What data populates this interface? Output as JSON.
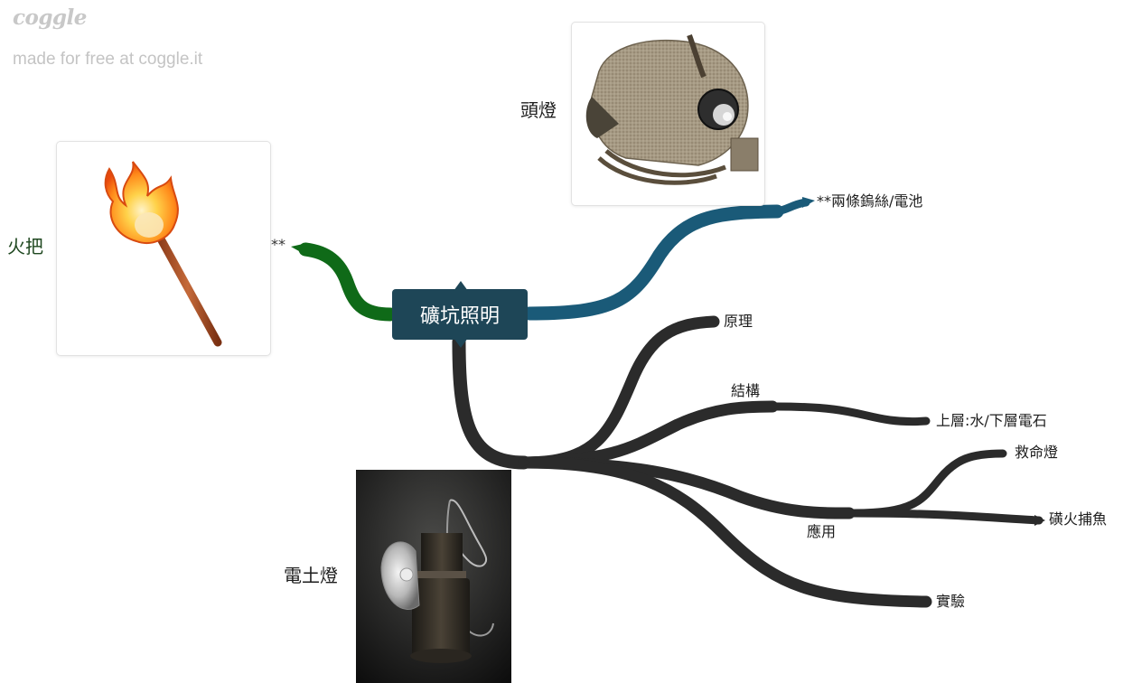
{
  "brand": {
    "logo": "coggle",
    "tagline": "made for free at coggle.it"
  },
  "central": {
    "label": "礦坑照明"
  },
  "branches": {
    "torch": {
      "prefix": "**",
      "label": "火把",
      "image": "torch-icon"
    },
    "headlamp": {
      "label": "頭燈",
      "sub_label": "**兩條鎢絲/電池",
      "image": "miner-helmet-icon"
    },
    "carbide": {
      "label": "電土燈",
      "image": "carbide-lamp-icon",
      "children": {
        "principle": "原理",
        "structure": "結構",
        "structure_detail": "上層:水/下層電石",
        "application": "應用",
        "app_rescue": "救命燈",
        "app_fishing": "磺火捕魚",
        "experiment": "實驗"
      }
    }
  },
  "colors": {
    "central_fill": "#1e4657",
    "green_branch": "#0f6a18",
    "blue_branch": "#1a5a78",
    "dark_branch": "#2b2b2b",
    "brand_gray": "#c8c8c8"
  }
}
